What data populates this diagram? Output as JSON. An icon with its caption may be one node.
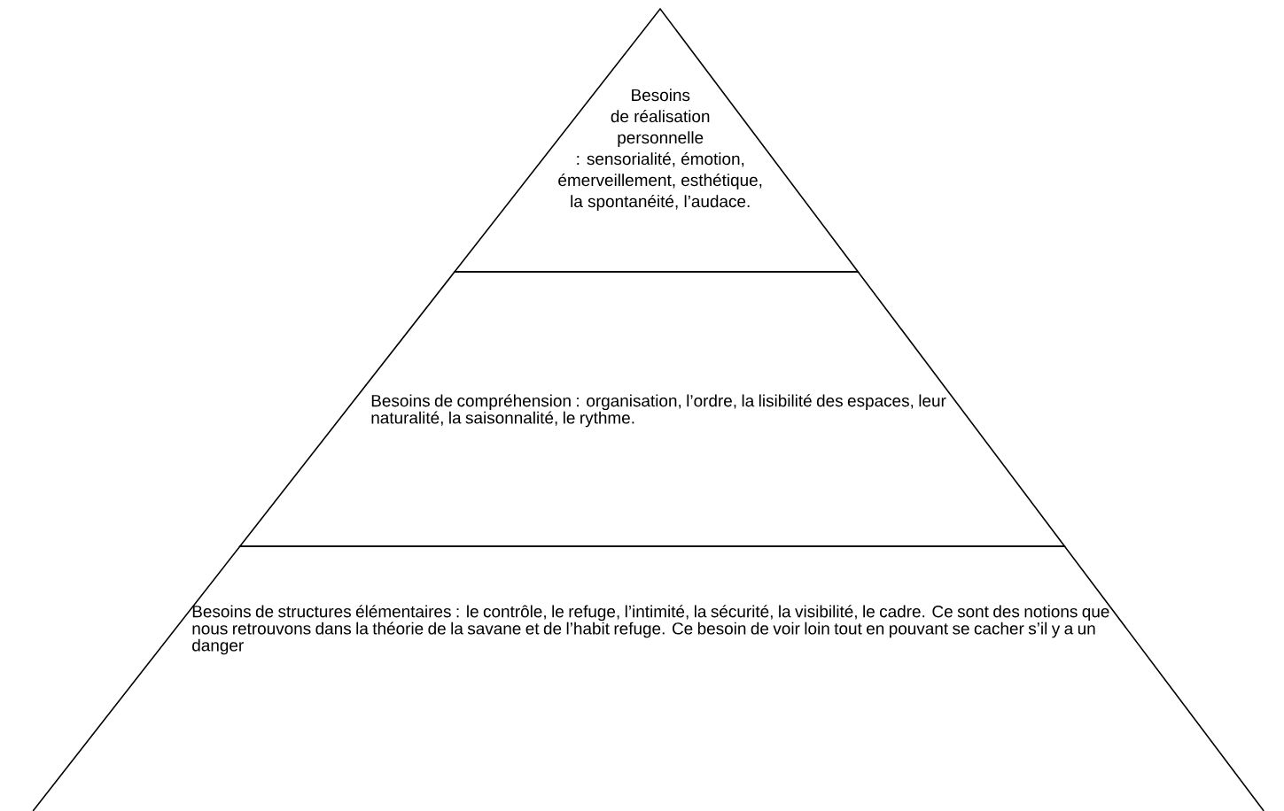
{
  "diagram": {
    "nodes": [
      {
        "text": [
          "Besoins de réalisation personnelle : sensorialité, émotion, émerveillement, esthétique, la spontanéité, l’audace."
        ]
      },
      {
        "text": [
          "Besoins de compréhension : organisation, l’ordre, la lisibilité des espaces, leur naturalité, la saisonnalité, le rythme."
        ]
      },
      {
        "text": [
          "Besoins de structures élémentaires : le contrôle, le refuge, l’intimité, la sécurité, la visibilité, le cadre. Ce sont des notions que nous retrouvons dans la théorie de la savane et de l’habit refuge. Ce besoin de voir loin tout en pouvant se cacher s’il y a un danger"
        ]
      }
    ]
  }
}
